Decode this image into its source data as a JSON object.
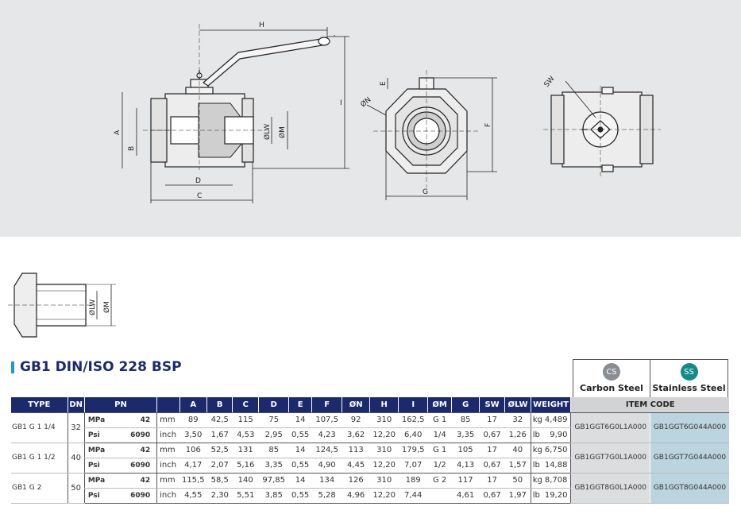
{
  "drawing": {
    "labels": {
      "H": "H",
      "I": "I",
      "A": "A",
      "B": "B",
      "C": "C",
      "D": "D",
      "LW": "ØLW",
      "M": "ØM",
      "N": "ØN",
      "E": "E",
      "F": "F",
      "G": "G",
      "SW": "SW"
    }
  },
  "title": "GB1 DIN/ISO 228 BSP",
  "materials": {
    "cs_badge": "CS",
    "cs_label": "Carbon Steel",
    "ss_badge": "SS",
    "ss_label": "Stainless Steel"
  },
  "headers": [
    "TYPE",
    "DN",
    "PN",
    "A",
    "B",
    "C",
    "D",
    "E",
    "F",
    "ØN",
    "H",
    "I",
    "ØM",
    "G",
    "SW",
    "ØLW",
    "WEIGHT",
    "ITEM CODE"
  ],
  "rows": [
    {
      "type": "GB1 G 1 1/4",
      "dn": "32",
      "pn_mpa_unit": "MPa",
      "pn_mpa": "42",
      "pn_psi_unit": "Psi",
      "pn_psi": "6090",
      "mm_unit": "mm",
      "mm": [
        "89",
        "42,5",
        "115",
        "75",
        "14",
        "107,5",
        "92",
        "310",
        "162,5"
      ],
      "inch_unit": "inch",
      "inch": [
        "3,50",
        "1,67",
        "4,53",
        "2,95",
        "0,55",
        "4,23",
        "3,62",
        "12,20",
        "6,40"
      ],
      "om_top": "G 1",
      "om_bot": "1/4",
      "g_mm": "85",
      "sw_mm": "17",
      "lw_mm": "32",
      "g_in": "3,35",
      "sw_in": "0,67",
      "lw_in": "1,26",
      "w_kg_unit": "kg",
      "w_kg": "4,489",
      "w_lb_unit": "lb",
      "w_lb": "9,90",
      "cs_code": "GB1GGT6G0L1A000",
      "ss_code": "GB1GGT6G044A000"
    },
    {
      "type": "GB1 G 1 1/2",
      "dn": "40",
      "pn_mpa_unit": "MPa",
      "pn_mpa": "42",
      "pn_psi_unit": "Psi",
      "pn_psi": "6090",
      "mm_unit": "mm",
      "mm": [
        "106",
        "52,5",
        "131",
        "85",
        "14",
        "124,5",
        "113",
        "310",
        "179,5"
      ],
      "inch_unit": "inch",
      "inch": [
        "4,17",
        "2,07",
        "5,16",
        "3,35",
        "0,55",
        "4,90",
        "4,45",
        "12,20",
        "7,07"
      ],
      "om_top": "G 1",
      "om_bot": "1/2",
      "g_mm": "105",
      "sw_mm": "17",
      "lw_mm": "40",
      "g_in": "4,13",
      "sw_in": "0,67",
      "lw_in": "1,57",
      "w_kg_unit": "kg",
      "w_kg": "6,750",
      "w_lb_unit": "lb",
      "w_lb": "14,88",
      "cs_code": "GB1GGT7G0L1A000",
      "ss_code": "GB1GGT7G044A000"
    },
    {
      "type": "GB1 G 2",
      "dn": "50",
      "pn_mpa_unit": "MPa",
      "pn_mpa": "42",
      "pn_psi_unit": "Psi",
      "pn_psi": "6090",
      "mm_unit": "mm",
      "mm": [
        "115,5",
        "58,5",
        "140",
        "97,85",
        "14",
        "134",
        "126",
        "310",
        "189"
      ],
      "inch_unit": "inch",
      "inch": [
        "4,55",
        "2,30",
        "5,51",
        "3,85",
        "0,55",
        "5,28",
        "4,96",
        "12,20",
        "7,44"
      ],
      "om_top": "G 2",
      "om_bot": "",
      "g_mm": "117",
      "sw_mm": "17",
      "lw_mm": "50",
      "g_in": "4,61",
      "sw_in": "0,67",
      "lw_in": "1,97",
      "w_kg_unit": "kg",
      "w_kg": "8,708",
      "w_lb_unit": "lb",
      "w_lb": "19,20",
      "cs_code": "GB1GGT8G0L1A000",
      "ss_code": "GB1GGT8G044A000"
    }
  ]
}
